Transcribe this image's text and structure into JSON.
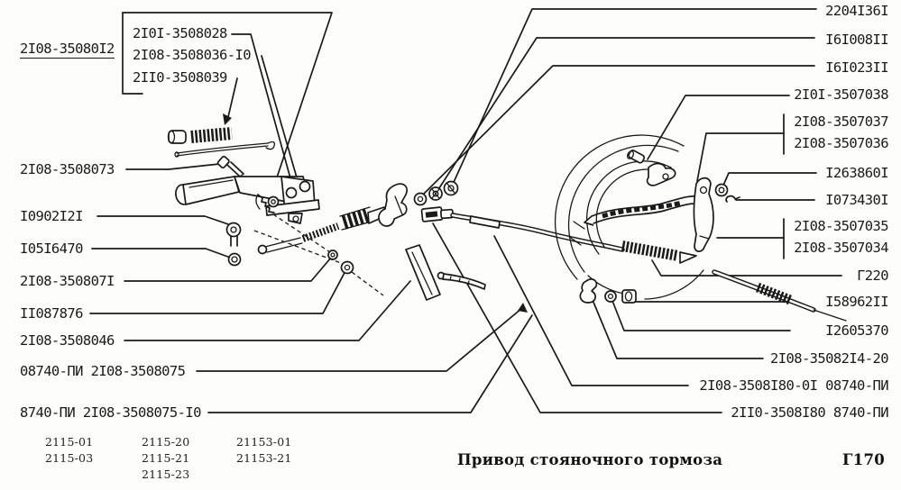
{
  "colors": {
    "paper": "#fdfdfb",
    "ink": "#1a1a1a"
  },
  "labels": {
    "assembly": "2I08-35080I2",
    "variant_box": [
      "2I0I-3508028",
      "2I08-3508036-I0",
      "2II0-3508039"
    ],
    "left": [
      "2I08-3508073",
      "I0902I2I",
      "I05I6470",
      "2I08-350807I",
      "II087876",
      "2I08-3508046",
      "08740-ПИ 2I08-3508075",
      "8740-ПИ 2I08-3508075-I0"
    ],
    "right": [
      "2204I36I",
      "I6I008II",
      "I6I023II",
      "2I0I-3507038",
      "2I08-3507037",
      "2I08-3507036",
      "I263860I",
      "I073430I",
      "2I08-3507035",
      "2I08-3507034",
      "Г220",
      "I58962II",
      "I2605370",
      "2I08-35082I4-20",
      "2I08-3508I80-0I 08740-ПИ",
      "2II0-3508I80 8740-ПИ"
    ]
  },
  "footer": {
    "caption": "Привод стояночного тормоза",
    "figure_code": "Г170",
    "models": {
      "col1": [
        "2115-01",
        "2115-03"
      ],
      "col2": [
        "2115-20",
        "2115-21",
        "2115-23"
      ],
      "col3": [
        "21153-01",
        "21153-21"
      ]
    }
  }
}
